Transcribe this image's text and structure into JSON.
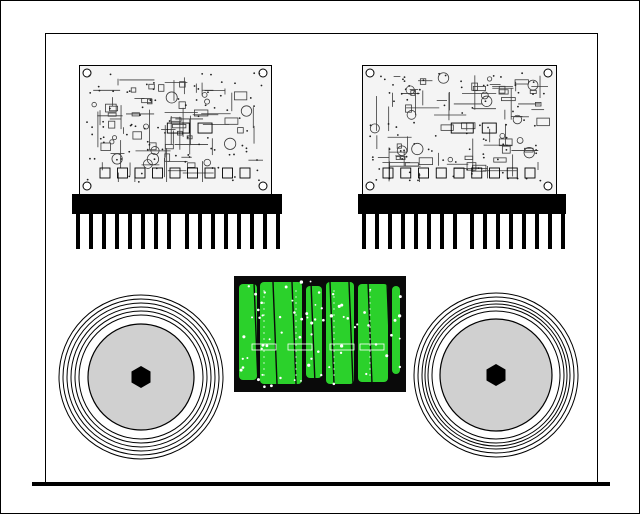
{
  "diagram": {
    "kind": "stereo amplifier chassis layout (top view)",
    "colors": {
      "background": "#ffffff",
      "outline": "#000000",
      "board": "#f4f4f4",
      "board_trace": "#3a3a3a",
      "heatsink": "#000000",
      "psu_pcb": "#2bd12b",
      "psu_dark": "#0a0a0a",
      "toroid_core": "#d0d0d0"
    },
    "components": [
      {
        "name": "amplifier-board-left",
        "type": "pcb"
      },
      {
        "name": "amplifier-board-right",
        "type": "pcb"
      },
      {
        "name": "heatsink-left",
        "type": "heatsink",
        "fins": 16
      },
      {
        "name": "heatsink-right",
        "type": "heatsink",
        "fins": 16
      },
      {
        "name": "power-supply-board",
        "type": "pcb"
      },
      {
        "name": "toroidal-transformer-left",
        "type": "transformer"
      },
      {
        "name": "toroidal-transformer-right",
        "type": "transformer"
      }
    ]
  }
}
